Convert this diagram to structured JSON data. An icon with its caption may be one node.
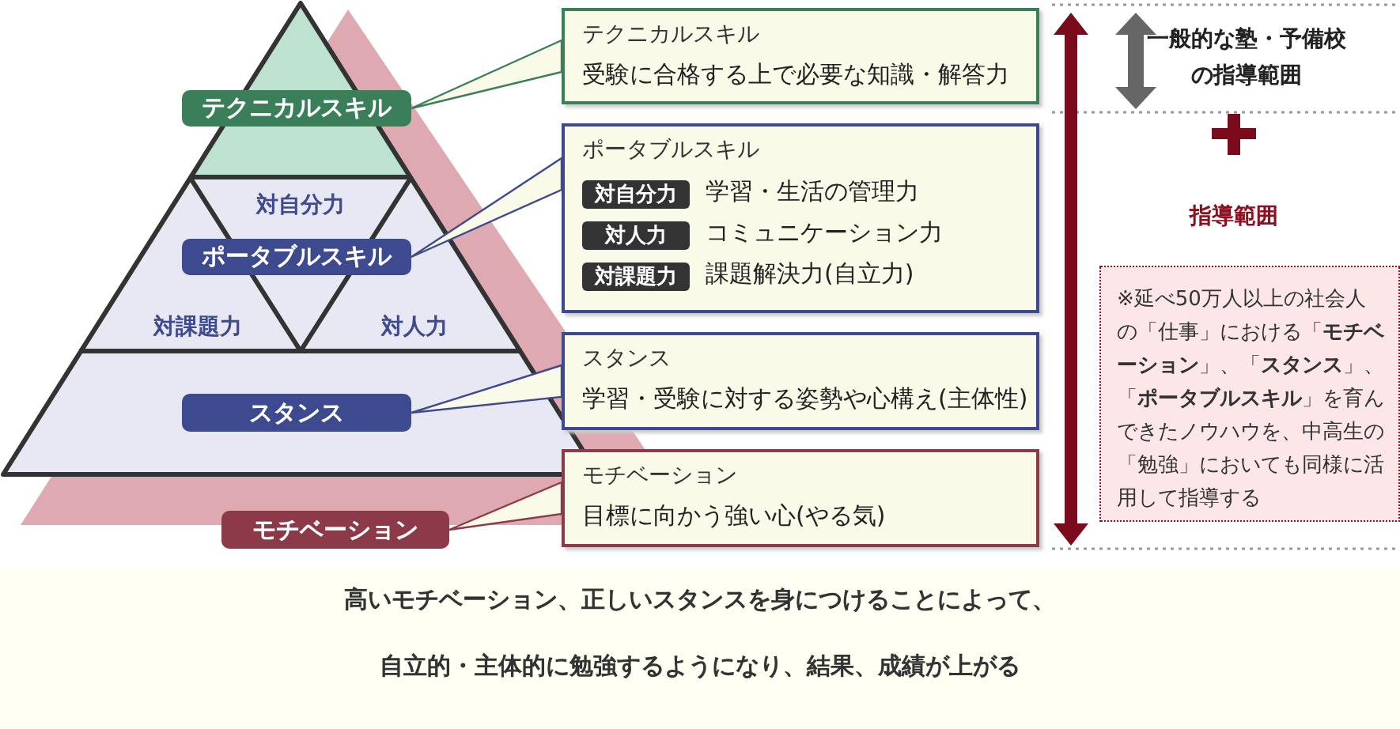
{
  "diagram": {
    "nodes": [
      {
        "text": [
          "テクニカルスキル"
        ]
      },
      {
        "text": [
          "ポータブルスキル"
        ]
      },
      {
        "text": [
          "スタンス"
        ]
      },
      {
        "text": [
          "モチベーション"
        ]
      },
      {
        "text": [
          "テクニカルスキル",
          "受験に合格する上で必要な知識・解答力"
        ]
      },
      {
        "text": [
          "ポータブルスキル"
        ]
      },
      {
        "text": [
          "対自分力"
        ],
        "in": 5,
        "beside": [
          "学習・生活の管理力"
        ]
      },
      {
        "text": [
          "対人力"
        ],
        "in": 5,
        "beside": [
          "コミュニケーション力"
        ]
      },
      {
        "text": [
          "対課題力"
        ],
        "in": 5,
        "beside": [
          "課題解決力(自立力)"
        ]
      },
      {
        "text": [
          "スタンス",
          "学習・受験に対する姿勢や心構え(主体性)"
        ]
      },
      {
        "text": [
          "モチベーション",
          "目標に向かう強い心(やる気)"
        ]
      },
      {
        "text": [
          "※延べ50万人以上の社会人の「仕事」における「**モチベーション**」、「**スタンス**」、「**ポータブルスキル**」を育んできたノウハウを、中高生の「勉強」においても同様に活用して指導する"
        ]
      },
      {
        "text": [
          "**高いモチベーション、正しいスタンス**を**身につける**ことによって、",
          "**自立的・主体的**に**勉強**するようになり、**結果**、**成績**が**上がる**"
        ]
      }
    ],
    "edges": [
      {
        "from": 0,
        "to": 4,
        "arrow": "none",
        "color": "#3a7f5a"
      },
      {
        "from": 1,
        "to": 5,
        "arrow": "none",
        "color": "#3d4a8f"
      },
      {
        "from": 2,
        "to": 9,
        "arrow": "none",
        "color": "#3d4a8f"
      },
      {
        "from": 3,
        "to": 10,
        "arrow": "none",
        "color": "#8c3a4a"
      }
    ],
    "labels": [
      "対自分力",
      "対課題力",
      "対人力",
      "一般的な塾・予備校の指導範囲",
      "指導範囲"
    ]
  }
}
